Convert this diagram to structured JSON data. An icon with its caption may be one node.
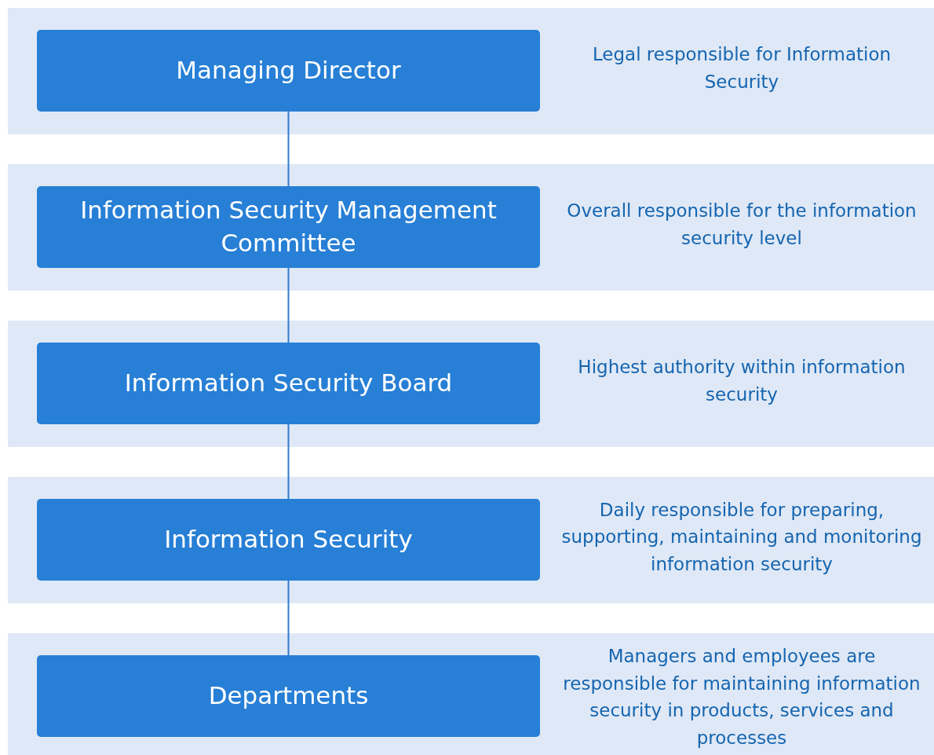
{
  "diagram": {
    "nodes": [
      {
        "text": [
          "Legal responsible for Information Security"
        ]
      },
      {
        "text": [
          "Managing Director"
        ],
        "in": 0
      },
      {
        "text": [
          "Overall responsible for the information security level"
        ]
      },
      {
        "text": [
          "Information Security Management Committee"
        ],
        "in": 2
      },
      {
        "text": [
          "Highest authority within information security"
        ]
      },
      {
        "text": [
          "Information Security Board"
        ],
        "in": 4
      },
      {
        "text": [
          "Daily responsible for preparing, supporting, maintaining and monitoring information security"
        ]
      },
      {
        "text": [
          "Information Security"
        ],
        "in": 6
      },
      {
        "text": [
          "Managers and employees are responsible for maintaining information security in products, services and processes"
        ]
      },
      {
        "text": [
          "Departments"
        ],
        "in": 8
      }
    ],
    "edges": [
      {
        "from": 1,
        "to": 3,
        "arrow": "none"
      },
      {
        "from": 3,
        "to": 5,
        "arrow": "none"
      },
      {
        "from": 5,
        "to": 7,
        "arrow": "none"
      },
      {
        "from": 7,
        "to": 9,
        "arrow": "none"
      }
    ]
  }
}
